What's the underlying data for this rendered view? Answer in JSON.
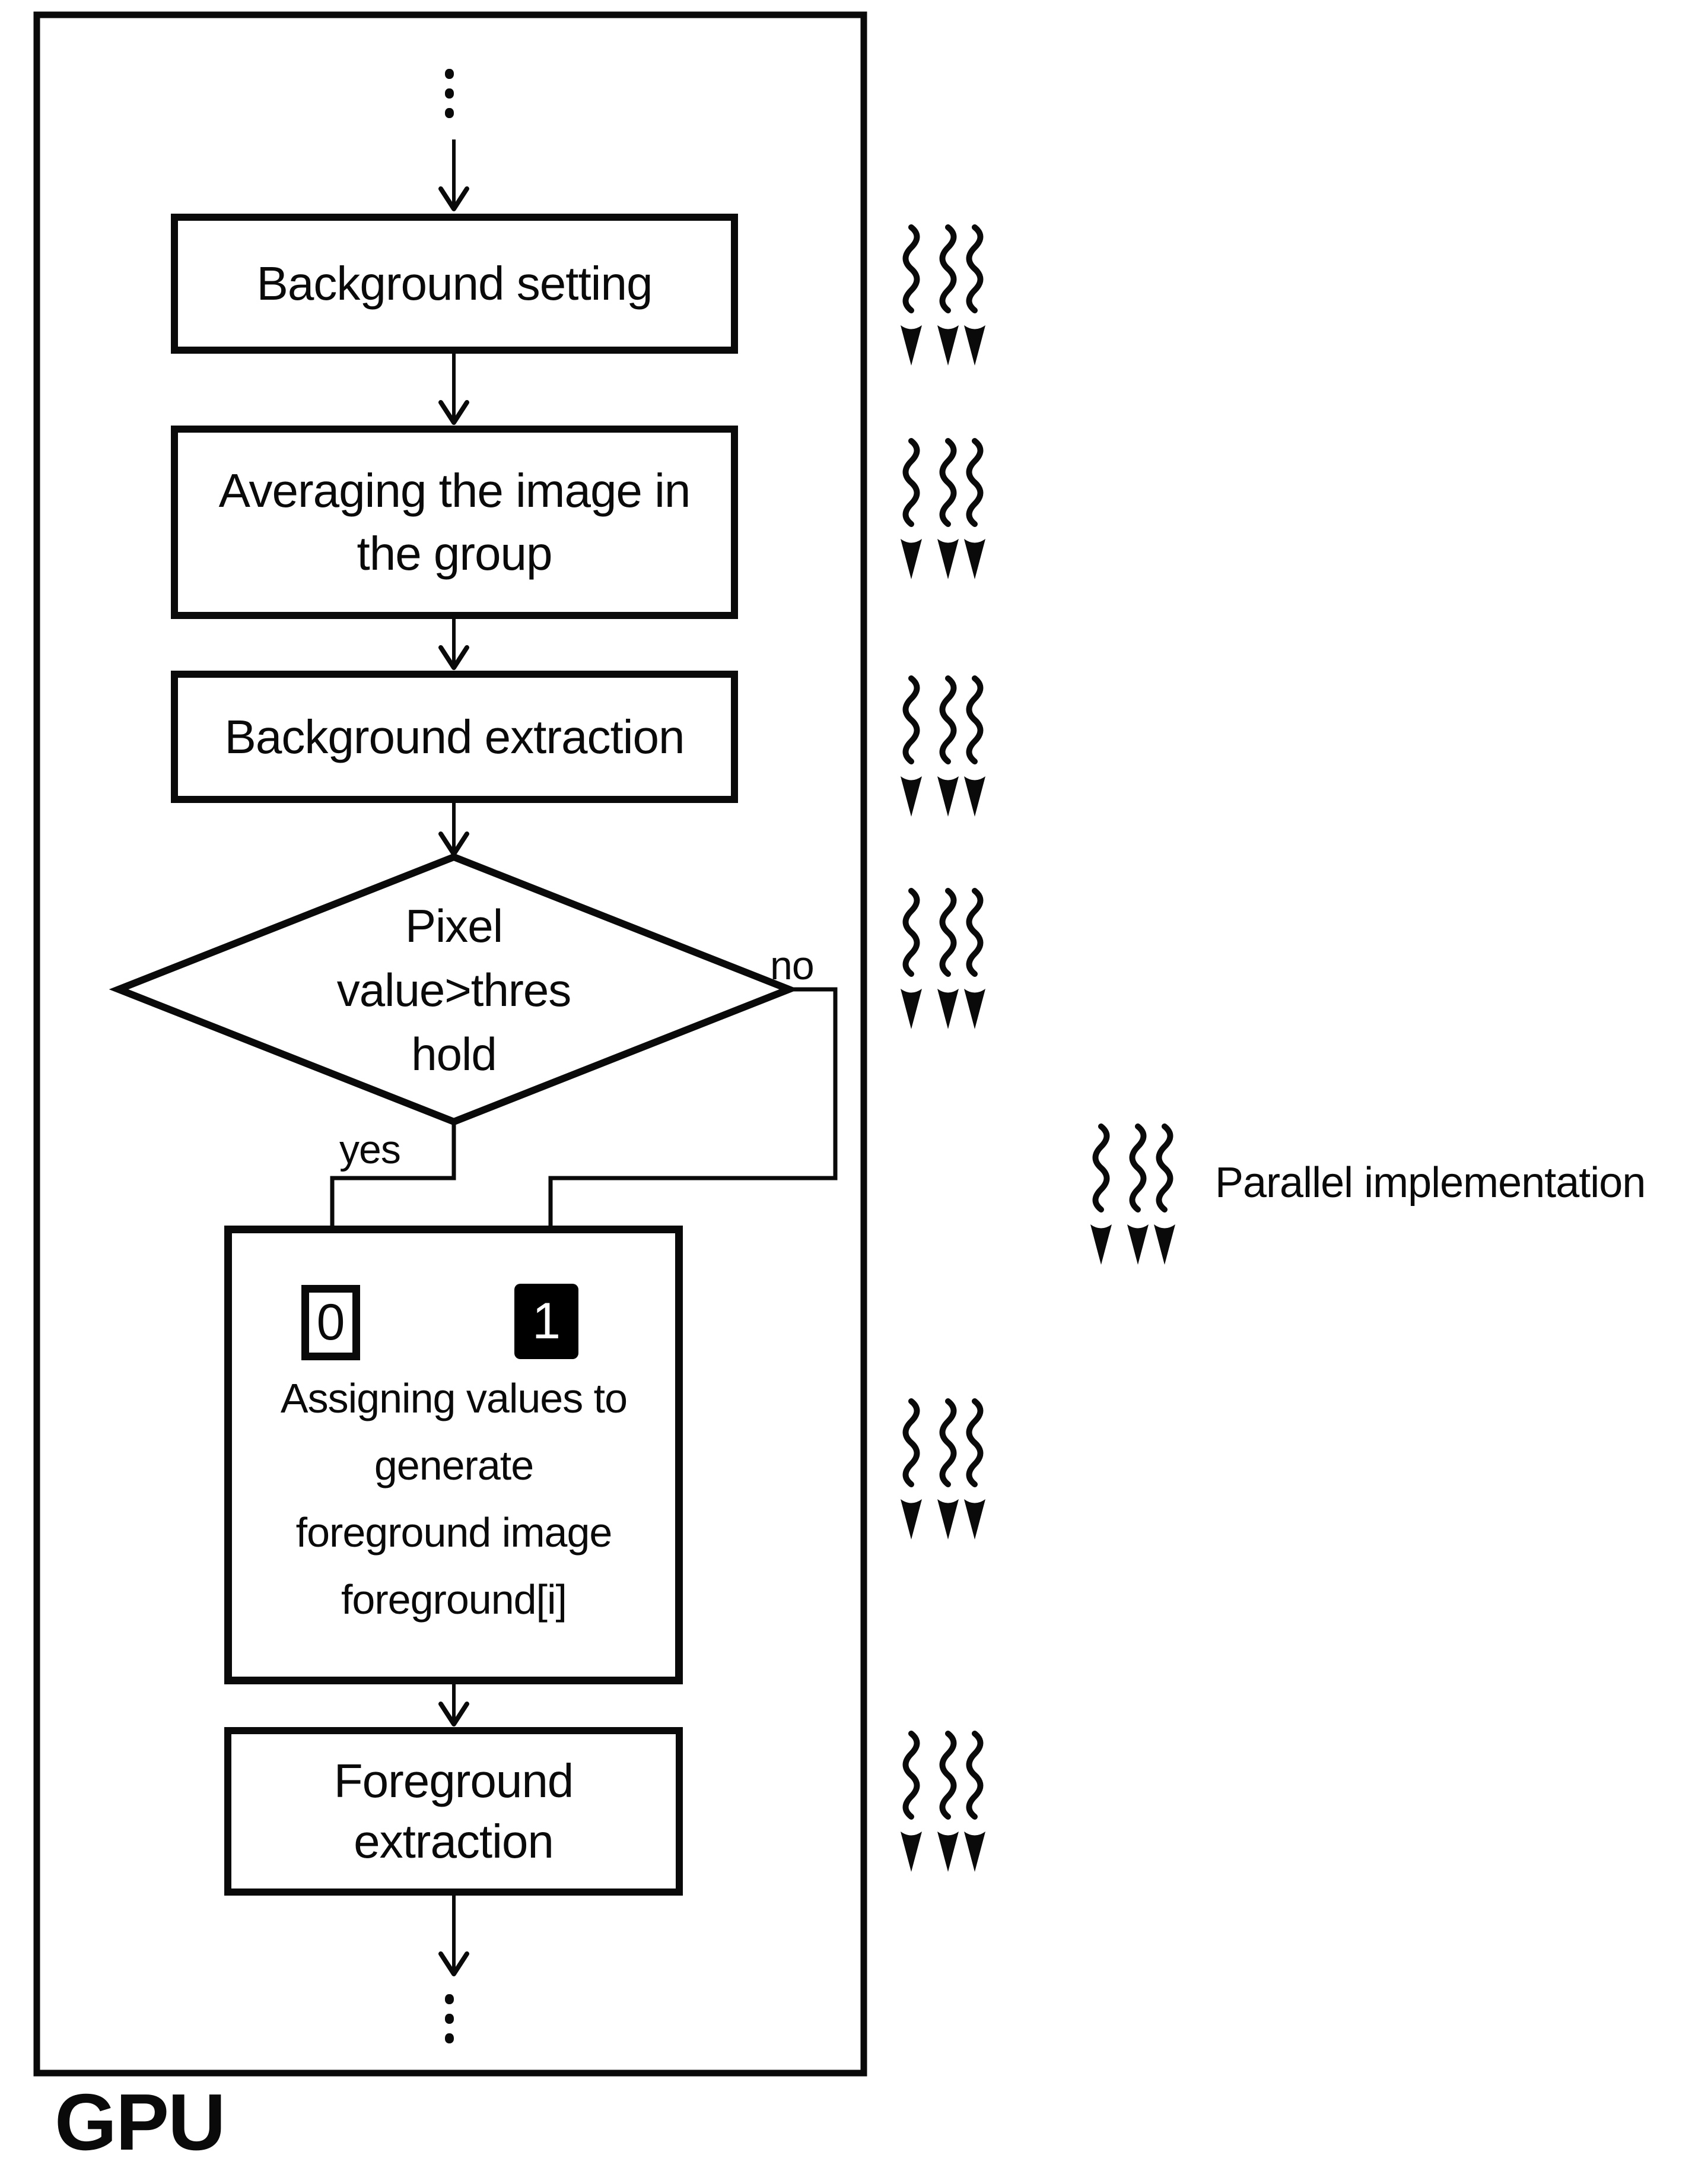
{
  "diagram": {
    "device_label": "GPU",
    "legend_label": "Parallel implementation",
    "nodes": {
      "background_setting": "Background setting",
      "averaging": "Averaging the image in\nthe group",
      "background_extraction": "Background extraction",
      "decision": "Pixel\nvalue>thres\nhold",
      "assign": "Assigning values to\ngenerate\nforeground image\nforeground[i]",
      "assign_zero": "0",
      "assign_one": "1",
      "foreground_extraction": "Foreground\nextraction"
    },
    "branches": {
      "yes": "yes",
      "no": "no"
    },
    "colors": {
      "stroke": "#0a0a0a",
      "canvas": "#ffffff",
      "one_box_bg": "#000000",
      "one_box_text": "#ffffff"
    }
  }
}
